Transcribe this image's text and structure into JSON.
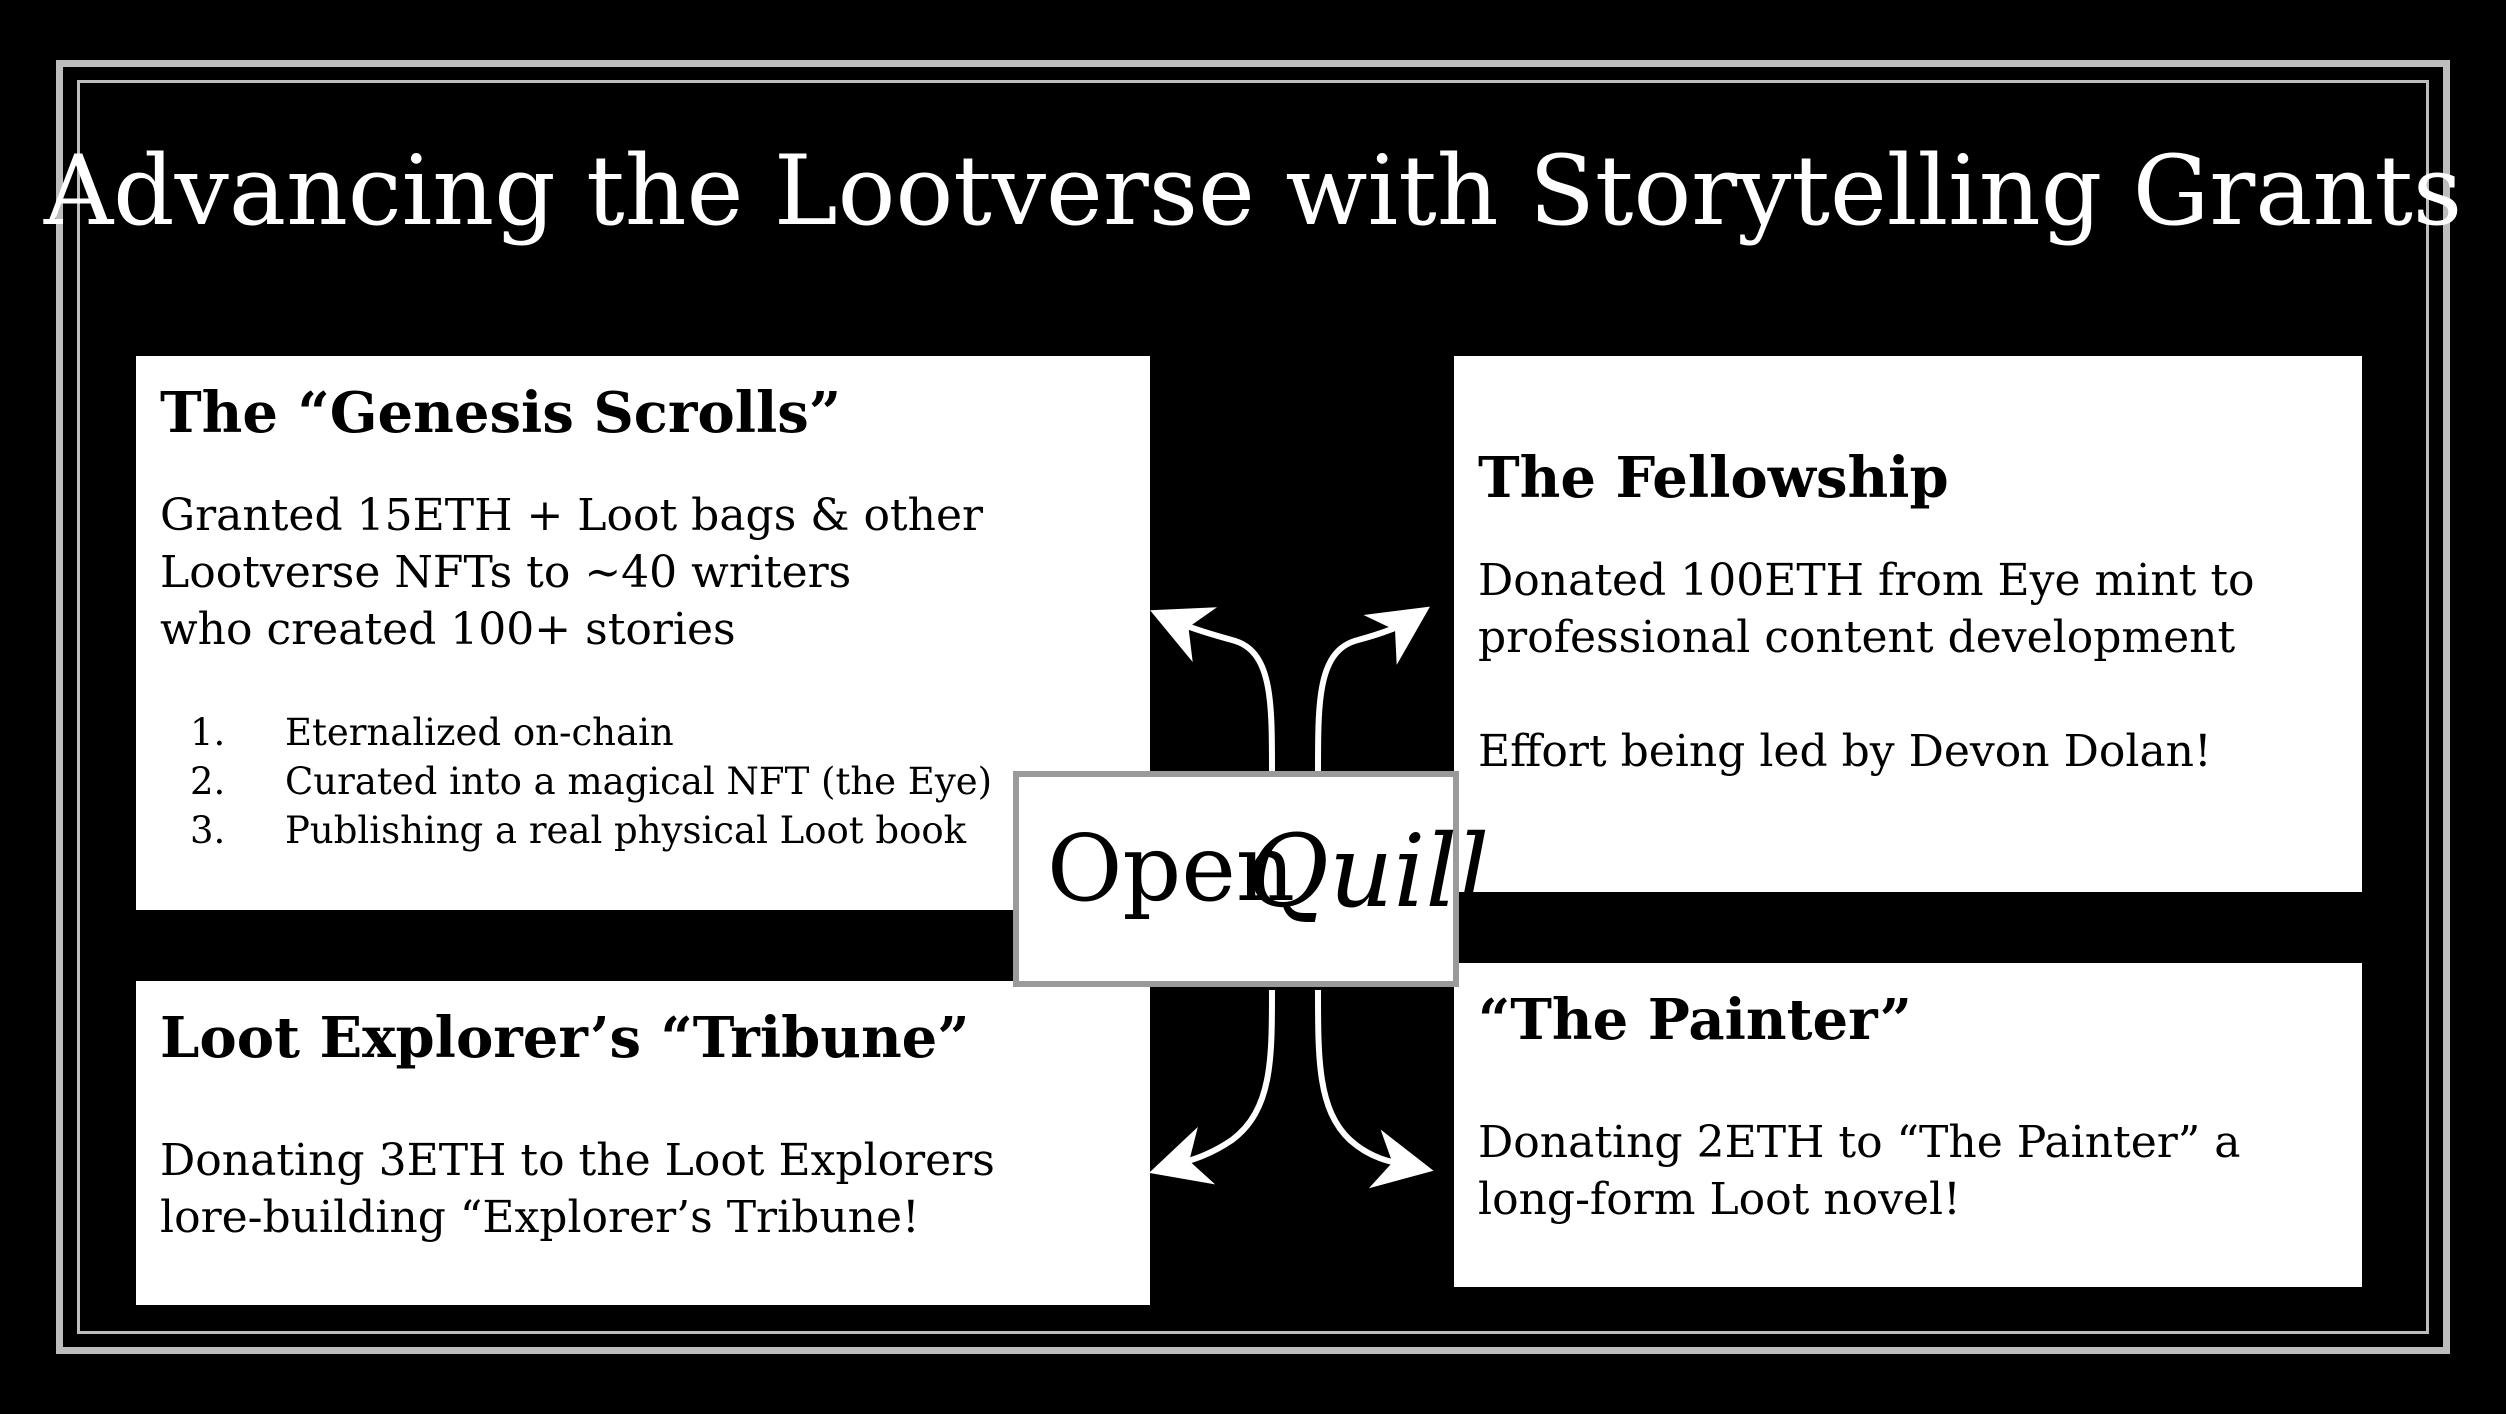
{
  "slide": {
    "title": "Advancing the Lootverse with Storytelling Grants"
  },
  "genesis": {
    "title": "The “Genesis Scrolls”",
    "lines": [
      "Granted 15ETH + Loot bags & other",
      "Lootverse NFTs to ~40 writers",
      "who created 100+ stories"
    ],
    "list": [
      {
        "num": "1.",
        "text": "Eternalized on-chain"
      },
      {
        "num": "2.",
        "text": "Curated into a magical NFT (the Eye)"
      },
      {
        "num": "3.",
        "text": "Publishing a real physical Loot book"
      }
    ]
  },
  "fellowship": {
    "title": "The Fellowship",
    "lines": [
      "Donated 100ETH from Eye mint to",
      "professional content development"
    ],
    "note": "Effort being led by Devon Dolan!"
  },
  "tribune": {
    "title": "Loot Explorer’s “Tribune”",
    "lines": [
      "Donating 3ETH to the Loot Explorers",
      "lore-building “Explorer’s Tribune!"
    ]
  },
  "painter": {
    "title": "“The Painter”",
    "lines": [
      "Donating 2ETH to “The Painter” a",
      "long-form Loot novel!"
    ]
  },
  "logo": {
    "word1": "Open",
    "word2": "Quill"
  }
}
